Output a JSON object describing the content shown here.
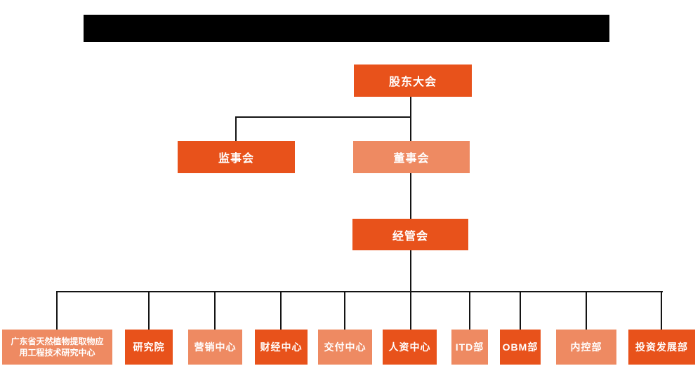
{
  "colors": {
    "dark_orange": "#E8521B",
    "light_orange": "#EE8A62",
    "connector_line": "#141414",
    "redaction": "#000000",
    "text": "#FFFFFF"
  },
  "org": {
    "level1": {
      "label": "股东大会"
    },
    "level2": [
      {
        "label": "监事会",
        "variant": "dark"
      },
      {
        "label": "董事会",
        "variant": "light"
      }
    ],
    "level3": {
      "label": "经管会"
    },
    "departments": [
      {
        "label": "广东省天然植物提取物应",
        "label2": "用工程技术研究中心",
        "variant": "light"
      },
      {
        "label": "研究院",
        "variant": "dark"
      },
      {
        "label": "营销中心",
        "variant": "light"
      },
      {
        "label": "财经中心",
        "variant": "dark"
      },
      {
        "label": "交付中心",
        "variant": "light"
      },
      {
        "label": "人资中心",
        "variant": "dark"
      },
      {
        "label": "ITD部",
        "variant": "light"
      },
      {
        "label": "OBM部",
        "variant": "dark"
      },
      {
        "label": "内控部",
        "variant": "light"
      },
      {
        "label": "投资发展部",
        "variant": "dark"
      }
    ]
  }
}
